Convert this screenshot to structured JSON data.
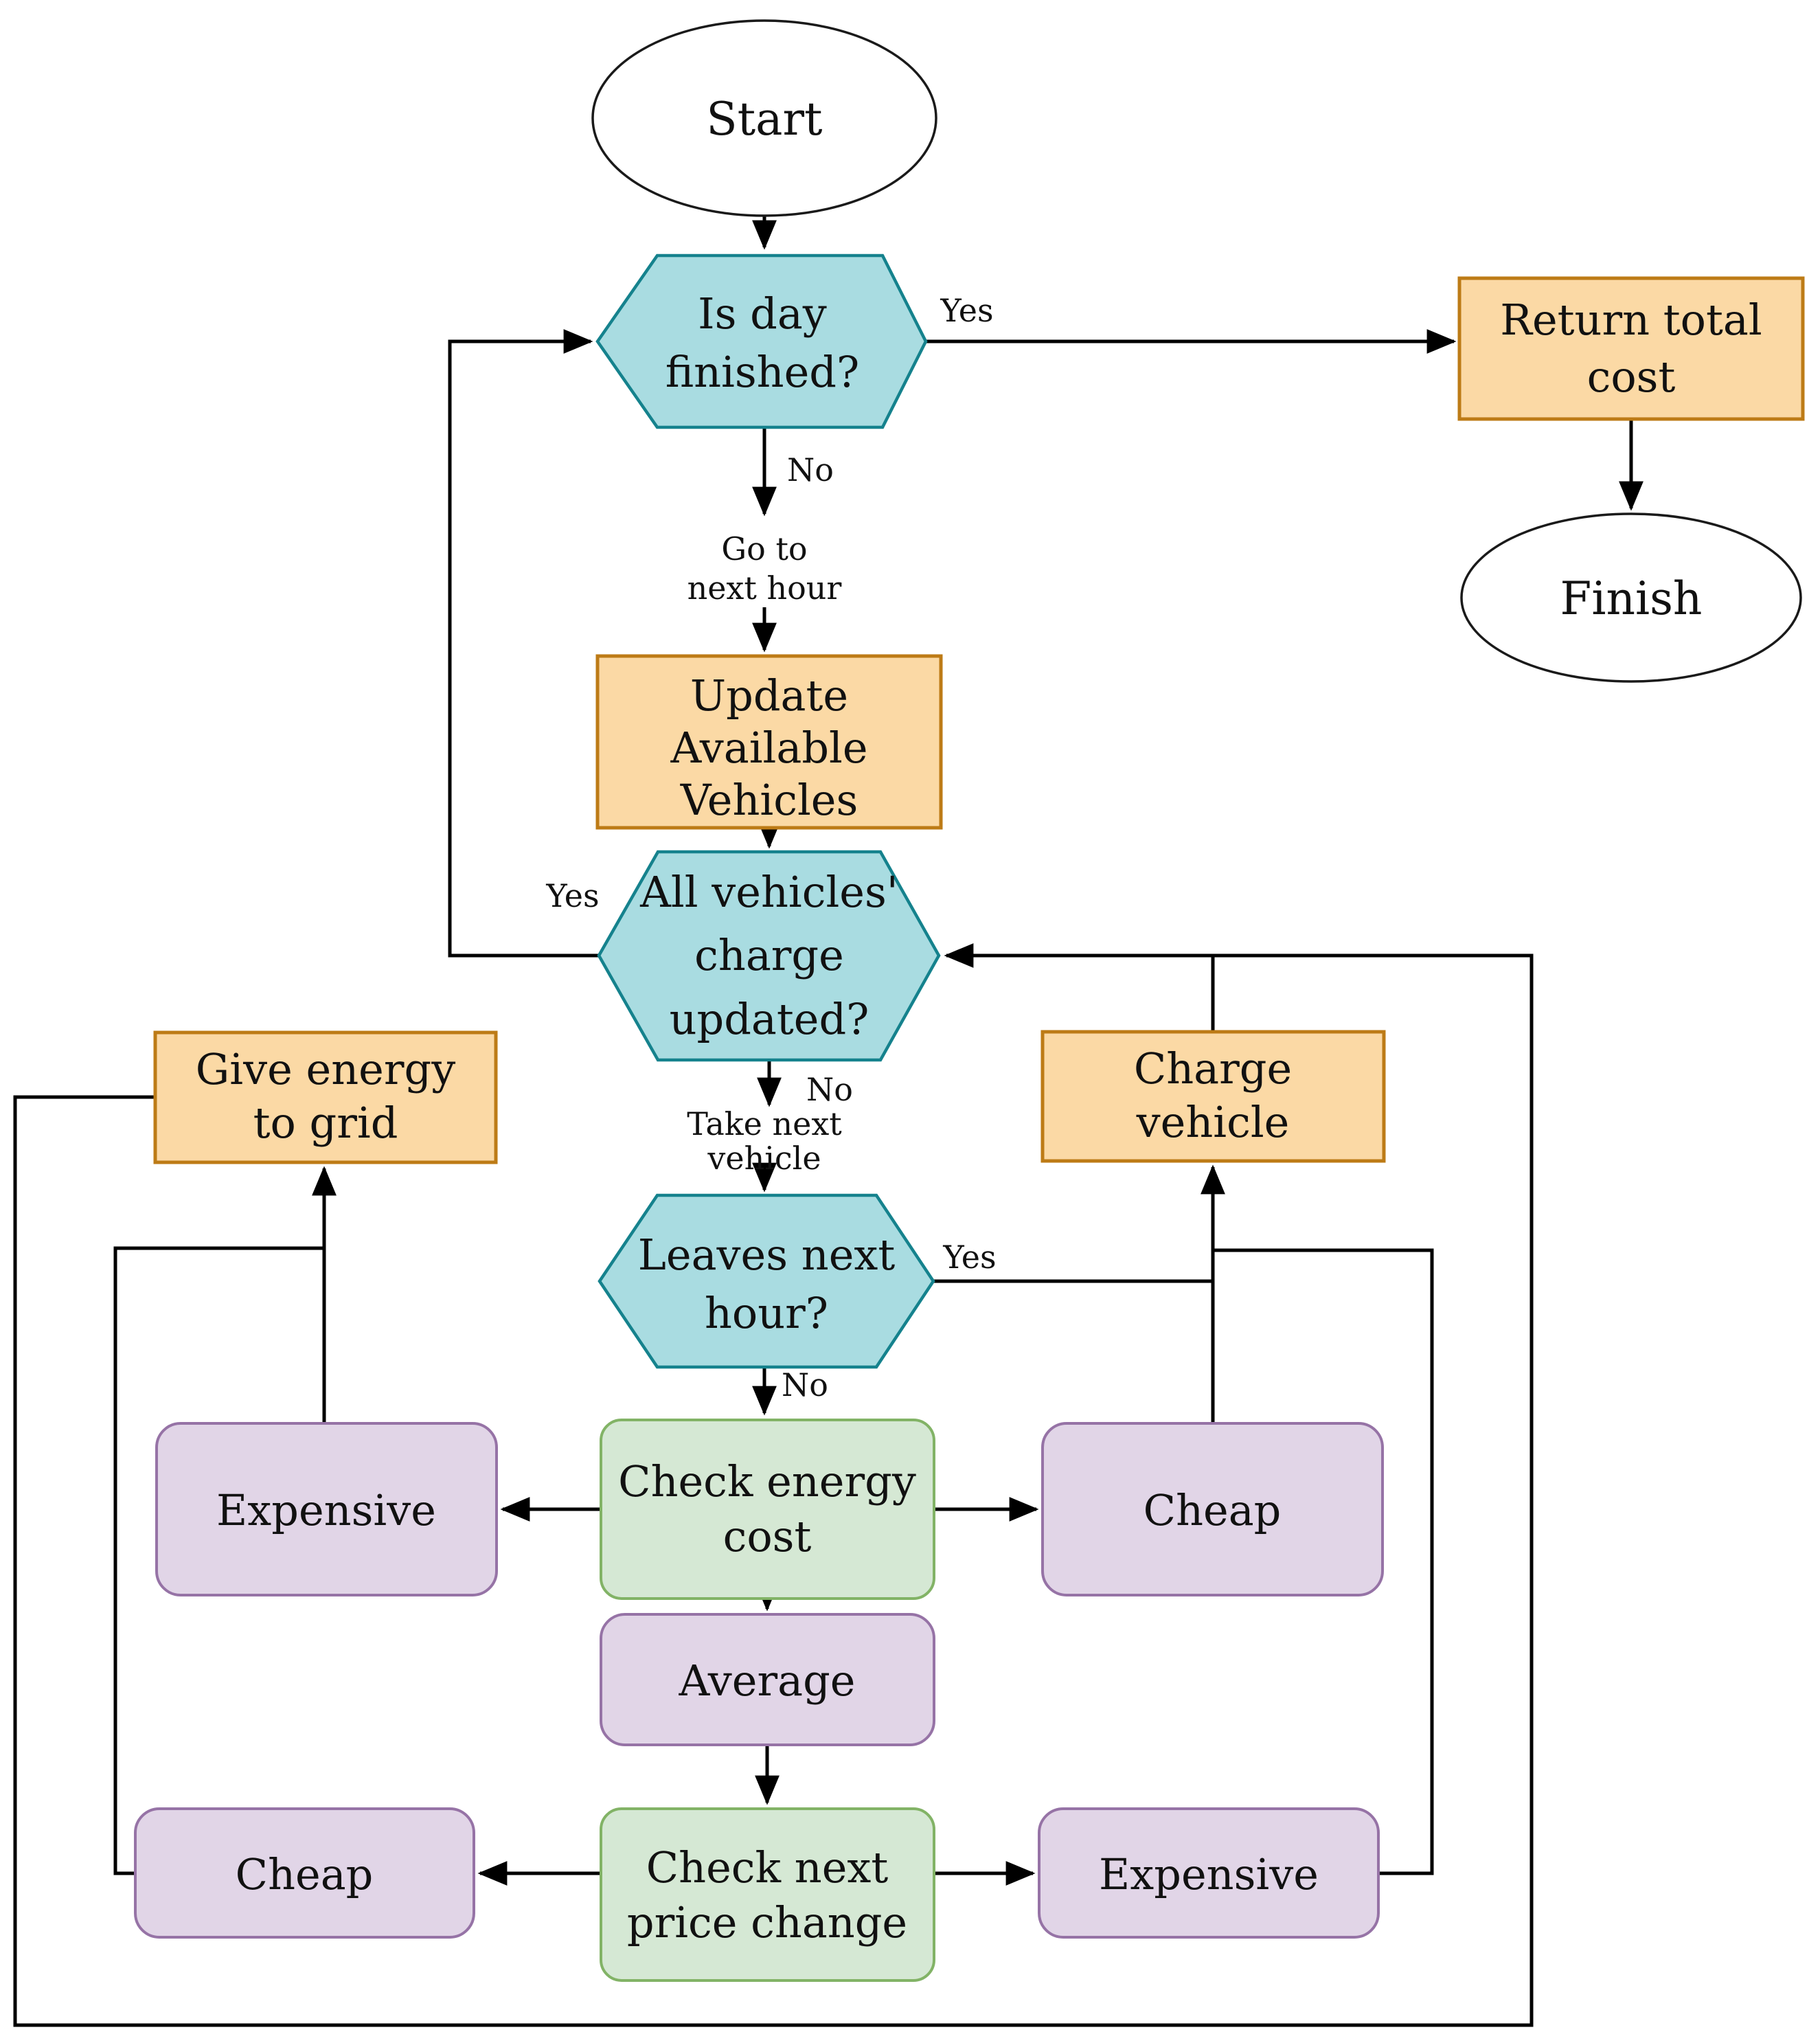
{
  "nodes": {
    "start": {
      "label": "Start"
    },
    "is_day_finished": {
      "lines": [
        "Is day",
        "finished?"
      ]
    },
    "return_total_cost": {
      "lines": [
        "Return total",
        "cost"
      ]
    },
    "finish": {
      "label": "Finish"
    },
    "update_available_vehicles": {
      "lines": [
        "Update",
        "Available",
        "Vehicles"
      ]
    },
    "all_vehicles_charge_updated": {
      "lines": [
        "All vehicles'",
        "charge",
        "updated?"
      ]
    },
    "give_energy_to_grid": {
      "lines": [
        "Give energy",
        "to grid"
      ]
    },
    "charge_vehicle": {
      "lines": [
        "Charge",
        "vehicle"
      ]
    },
    "leaves_next_hour": {
      "lines": [
        "Leaves next",
        "hour?"
      ]
    },
    "check_energy_cost": {
      "lines": [
        "Check energy",
        "cost"
      ]
    },
    "expensive_mid": {
      "label": "Expensive"
    },
    "cheap_mid": {
      "label": "Cheap"
    },
    "average": {
      "label": "Average"
    },
    "check_next_price_change": {
      "lines": [
        "Check next",
        "price change"
      ]
    },
    "cheap_bottom": {
      "label": "Cheap"
    },
    "expensive_bottom": {
      "label": "Expensive"
    }
  },
  "edge_labels": {
    "day_finished_yes": "Yes",
    "day_finished_no": "No",
    "go_to_next_hour": [
      "Go to",
      "next hour"
    ],
    "all_updated_yes": "Yes",
    "all_updated_no": "No",
    "take_next_vehicle": [
      "Take next",
      "vehicle"
    ],
    "leaves_yes": "Yes",
    "leaves_no": "No"
  },
  "colors": {
    "decision_fill": "#a9dce1",
    "decision_border": "#15828d",
    "process_fill": "#fbd9a5",
    "process_border": "#bd7b16",
    "category_fill": "#e1d5e7",
    "category_border": "#9673a6",
    "check_fill": "#d5e8d4",
    "check_border": "#82b366",
    "terminator_fill": "#ffffff",
    "terminator_border": "#1a1a1a",
    "line": "#000000",
    "text": "#111111"
  }
}
